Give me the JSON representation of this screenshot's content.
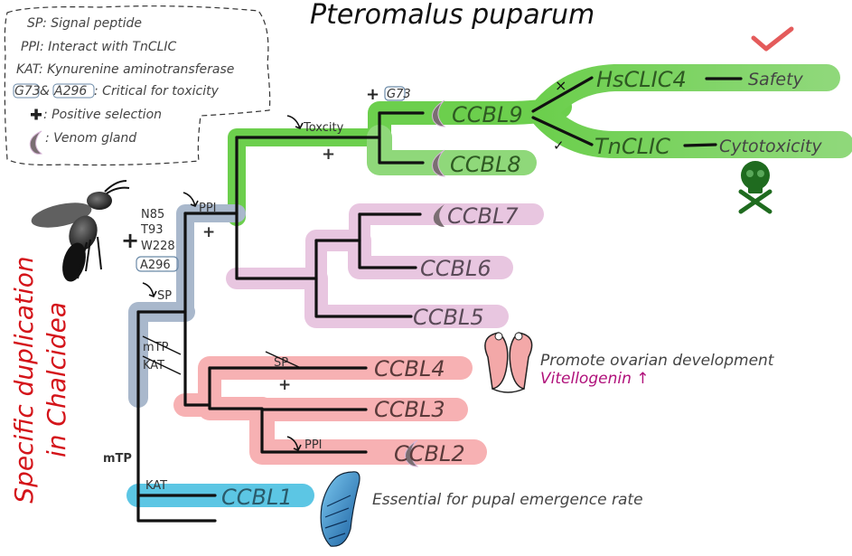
{
  "title": "Pteromalus puparum",
  "side_label": {
    "line1": "Specific duplication",
    "line2": "in Chalcidea",
    "color": "#d4141a"
  },
  "legend": {
    "items": [
      {
        "text": "SP: Signal peptide"
      },
      {
        "text": "PPI: Interact with TnCLIC"
      },
      {
        "text": "KAT: Kynurenine aminotransferase"
      },
      {
        "boxed1": "G73",
        "amp": "&",
        "boxed2": "A296",
        "text": ": Critical for toxicity"
      },
      {
        "icon": "plus-icon",
        "text": ": Positive selection"
      },
      {
        "icon": "venom-gland-icon",
        "text": ": Venom gland"
      }
    ]
  },
  "colors": {
    "green": "#6ccf4d",
    "green_text": "#2e5a22",
    "pink": "#e8c6e0",
    "pink_text": "#5a4a58",
    "salmon": "#f7b1b3",
    "salmon_text": "#5a3a3a",
    "blue": "#5cc6e4",
    "blue_text": "#2a5a6a",
    "slate": "#a9b8cc",
    "magenta": "#b0107a",
    "mtp_blue": "#1aa0d8",
    "check_red": "#e45b5b",
    "skull_green": "#1f6b1f"
  },
  "genes": {
    "ccbl1": "CCBL1",
    "ccbl2": "CCBL2",
    "ccbl3": "CCBL3",
    "ccbl4": "CCBL4",
    "ccbl5": "CCBL5",
    "ccbl6": "CCBL6",
    "ccbl7": "CCBL7",
    "ccbl8": "CCBL8",
    "ccbl9": "CCBL9"
  },
  "targets": {
    "hsclic4": "HsCLIC4",
    "tnclic": "TnCLIC",
    "safety": "Safety",
    "cytotoxicity": "Cytotoxicity",
    "hs_mark": "×",
    "tn_mark": "✓"
  },
  "annotations": {
    "toxicity": "Toxcity",
    "ppi_top": "PPI",
    "ppi_ccbl2": "PPI",
    "sp": "SP",
    "sp_lost": "SP",
    "mtp_lost": "mTP",
    "kat_lost": "KAT",
    "mtp": "mTP",
    "kat": "KAT",
    "g73": "G73",
    "sites": [
      "N85",
      "T93",
      "W228",
      "A296"
    ],
    "plus": "+"
  },
  "functions": {
    "ovary": "Promote ovarian development",
    "vitellogenin": "Vitellogenin ↑",
    "pupal": "Essential for pupal emergence rate"
  }
}
